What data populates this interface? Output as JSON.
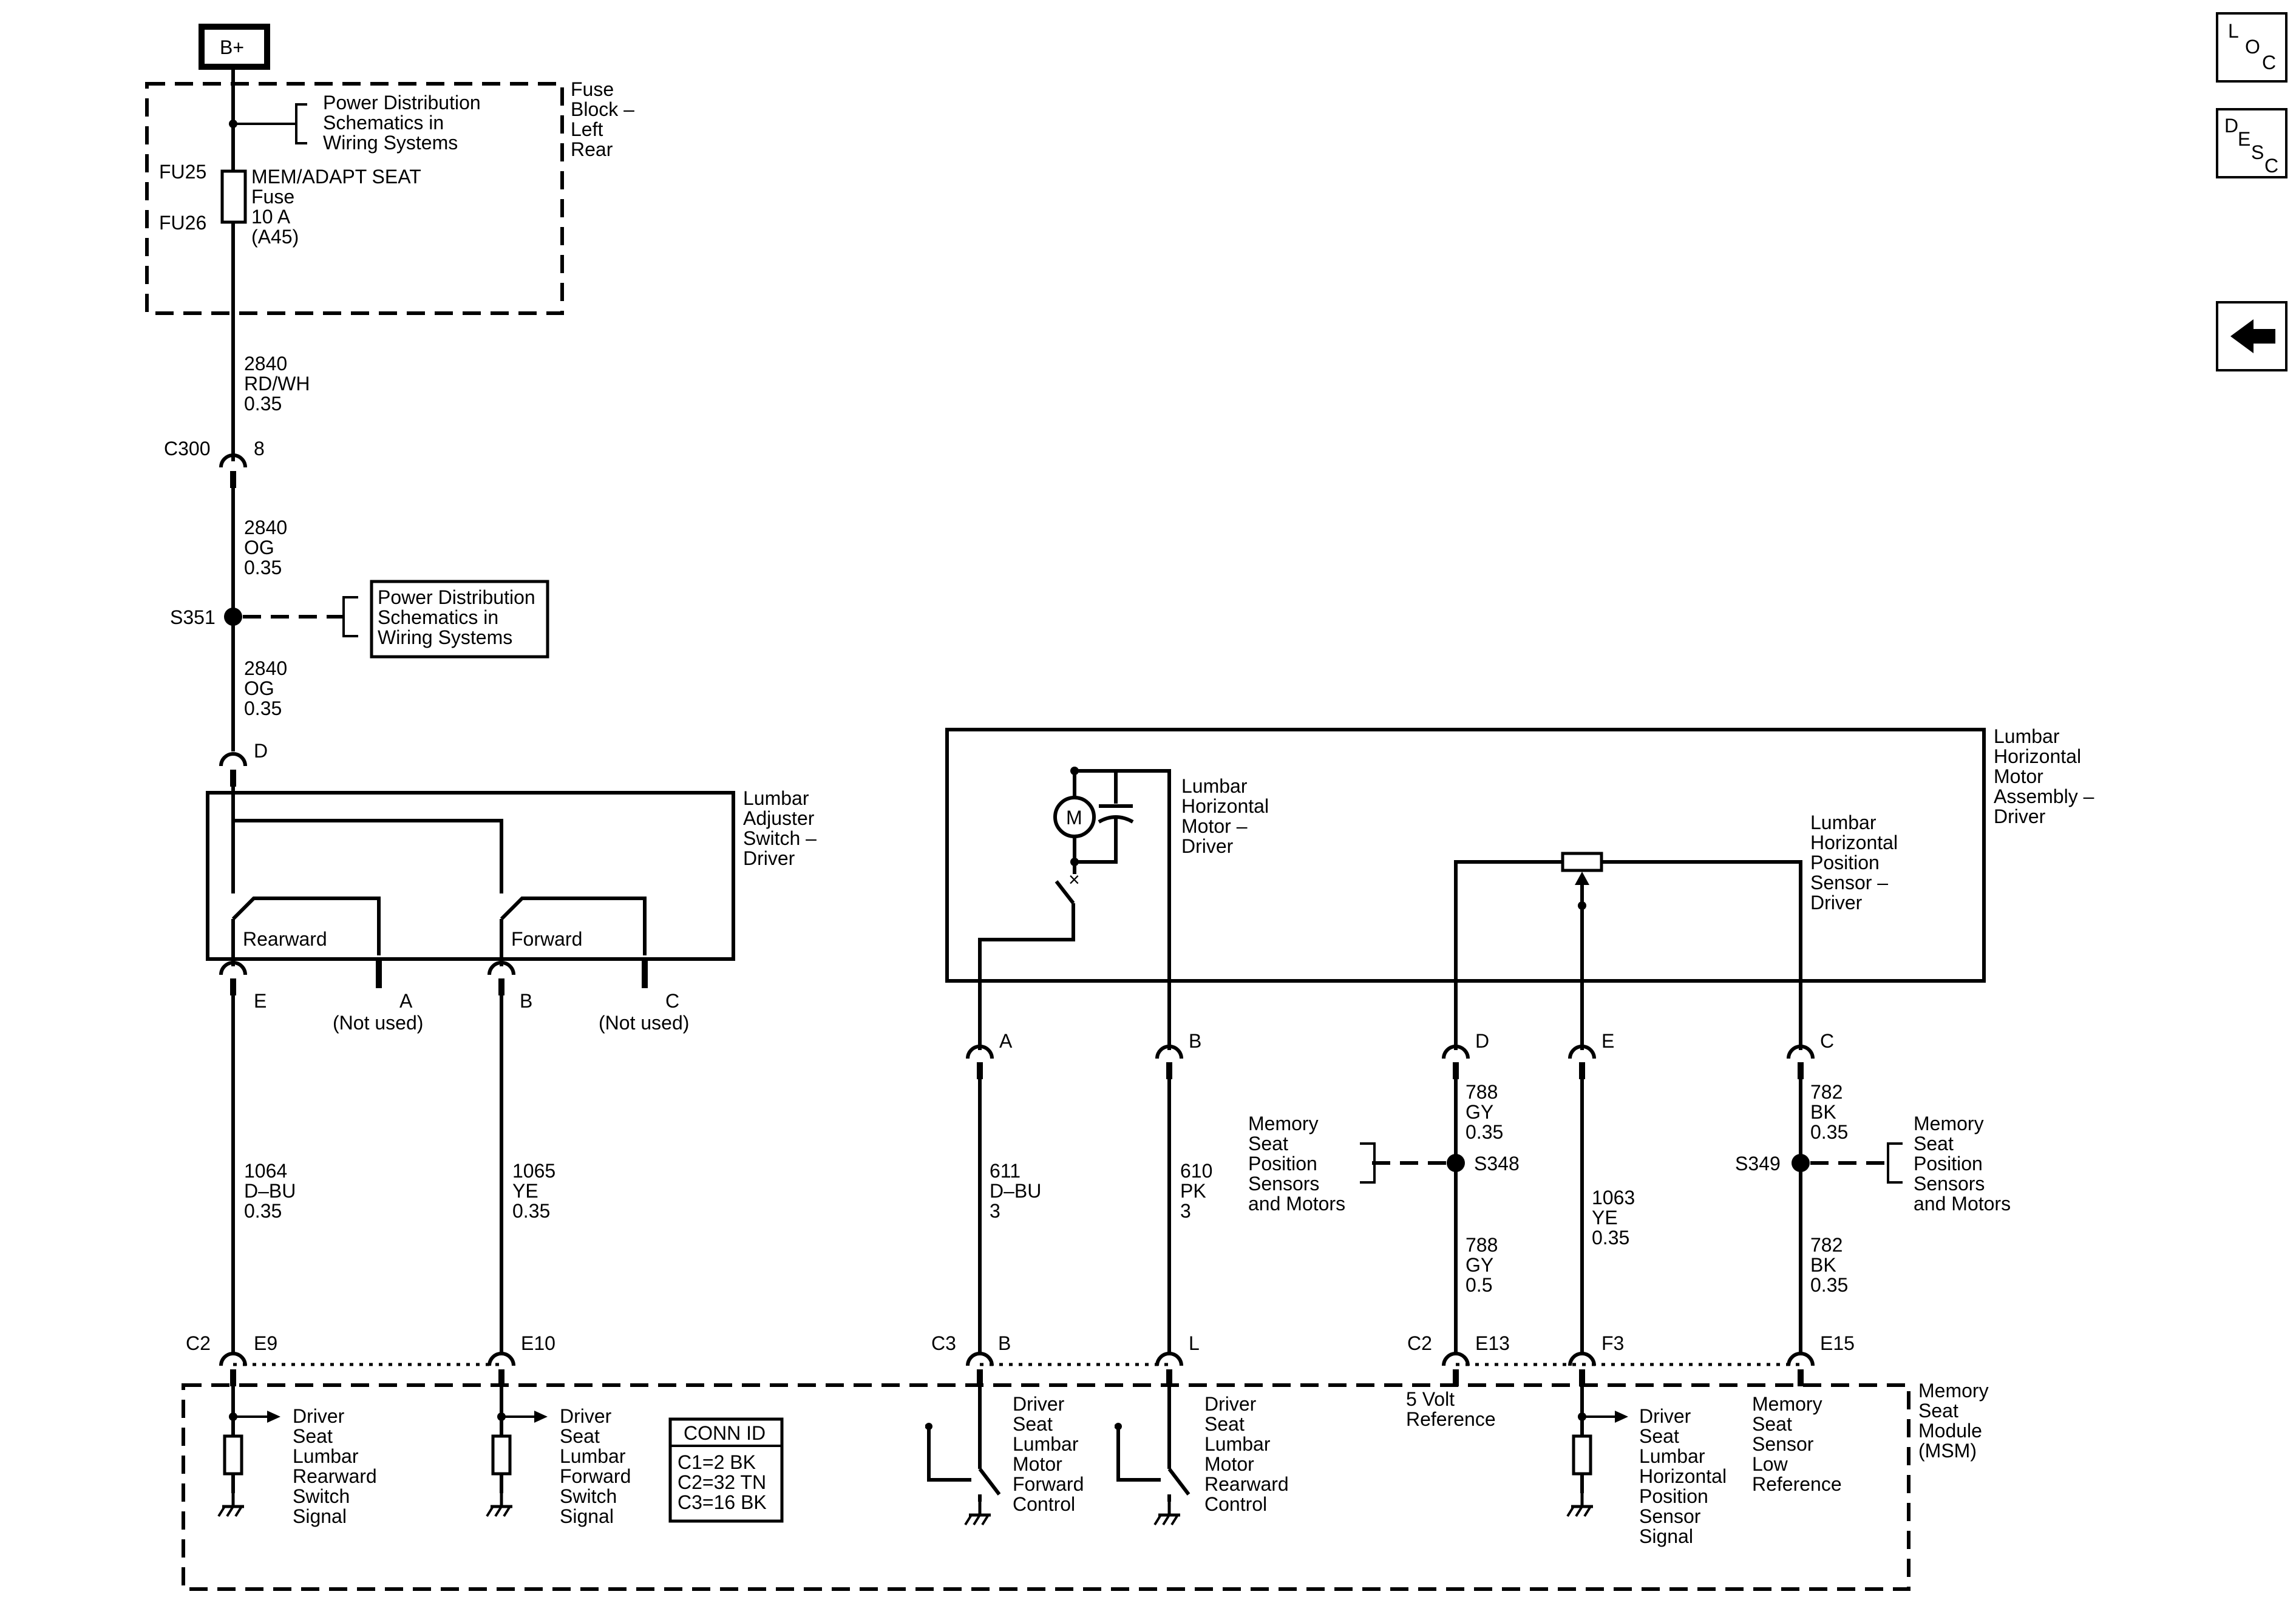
{
  "nav": {
    "loc": [
      "L",
      "O",
      "C"
    ],
    "desc": [
      "D",
      "E",
      "S",
      "C"
    ]
  },
  "source": {
    "label": "B+"
  },
  "fuse_block": {
    "label": [
      "Fuse",
      "Block –",
      "Left",
      "Rear"
    ],
    "ref": [
      "Power Distribution",
      "Schematics in",
      "Wiring Systems"
    ],
    "fu25": "FU25",
    "fu26": "FU26",
    "fuse": [
      "MEM/ADAPT SEAT",
      "Fuse",
      "10 A",
      "(A45)"
    ]
  },
  "wires": {
    "w2840a": [
      "2840",
      "RD/WH",
      "0.35"
    ],
    "w2840b": [
      "2840",
      "OG",
      "0.35"
    ],
    "w2840c": [
      "2840",
      "OG",
      "0.35"
    ],
    "w1064": [
      "1064",
      "D–BU",
      "0.35"
    ],
    "w1065": [
      "1065",
      "YE",
      "0.35"
    ],
    "w611": [
      "611",
      "D–BU",
      "3"
    ],
    "w610": [
      "610",
      "PK",
      "3"
    ],
    "w788a": [
      "788",
      "GY",
      "0.35"
    ],
    "w788b": [
      "788",
      "GY",
      "0.5"
    ],
    "w1063": [
      "1063",
      "YE",
      "0.35"
    ],
    "w782a": [
      "782",
      "BK",
      "0.35"
    ],
    "w782b": [
      "782",
      "BK",
      "0.35"
    ]
  },
  "connectors": {
    "c300": "C300",
    "c300_pin": "8",
    "switch_d": "D",
    "switch_e": "E",
    "switch_a": "A",
    "switch_b": "B",
    "switch_c": "C",
    "not_used": "(Not used)",
    "motor_a": "A",
    "motor_b": "B",
    "motor_d": "D",
    "motor_e": "E",
    "motor_c": "C",
    "c2": "C2",
    "e9": "E9",
    "e10": "E10",
    "c3": "C3",
    "c3_b": "B",
    "c3_l": "L",
    "c2b": "C2",
    "e13": "E13",
    "f3": "F3",
    "e15": "E15"
  },
  "splices": {
    "s351": "S351",
    "s348": "S348",
    "s349": "S349",
    "ref_pd": [
      "Power Distribution",
      "Schematics in",
      "Wiring Systems"
    ],
    "ref_memory": [
      "Memory",
      "Seat",
      "Position",
      "Sensors",
      "and Motors"
    ]
  },
  "switch": {
    "label": [
      "Lumbar",
      "Adjuster",
      "Switch –",
      "Driver"
    ],
    "rearward": "Rearward",
    "forward": "Forward"
  },
  "motor_assembly": {
    "label": [
      "Lumbar",
      "Horizontal",
      "Motor",
      "Assembly –",
      "Driver"
    ],
    "motor_label": [
      "Lumbar",
      "Horizontal",
      "Motor –",
      "Driver"
    ],
    "motor_symbol": "M",
    "sensor_label": [
      "Lumbar",
      "Horizontal",
      "Position",
      "Sensor –",
      "Driver"
    ]
  },
  "module": {
    "label": [
      "Memory",
      "Seat",
      "Module",
      "(MSM)"
    ],
    "conn_id_title": "CONN ID",
    "conn_ids": [
      "C1=2 BK",
      "C2=32 TN",
      "C3=16 BK"
    ],
    "sig_rearward": [
      "Driver",
      "Seat",
      "Lumbar",
      "Rearward",
      "Switch",
      "Signal"
    ],
    "sig_forward": [
      "Driver",
      "Seat",
      "Lumbar",
      "Forward",
      "Switch",
      "Signal"
    ],
    "motor_fwd": [
      "Driver",
      "Seat",
      "Lumbar",
      "Motor",
      "Forward",
      "Control"
    ],
    "motor_rwd": [
      "Driver",
      "Seat",
      "Lumbar",
      "Motor",
      "Rearward",
      "Control"
    ],
    "five_volt": [
      "5 Volt",
      "Reference"
    ],
    "sensor_sig": [
      "Driver",
      "Seat",
      "Lumbar",
      "Horizontal",
      "Position",
      "Sensor",
      "Signal"
    ],
    "low_ref": [
      "Memory",
      "Seat",
      "Sensor",
      "Low",
      "Reference"
    ]
  }
}
